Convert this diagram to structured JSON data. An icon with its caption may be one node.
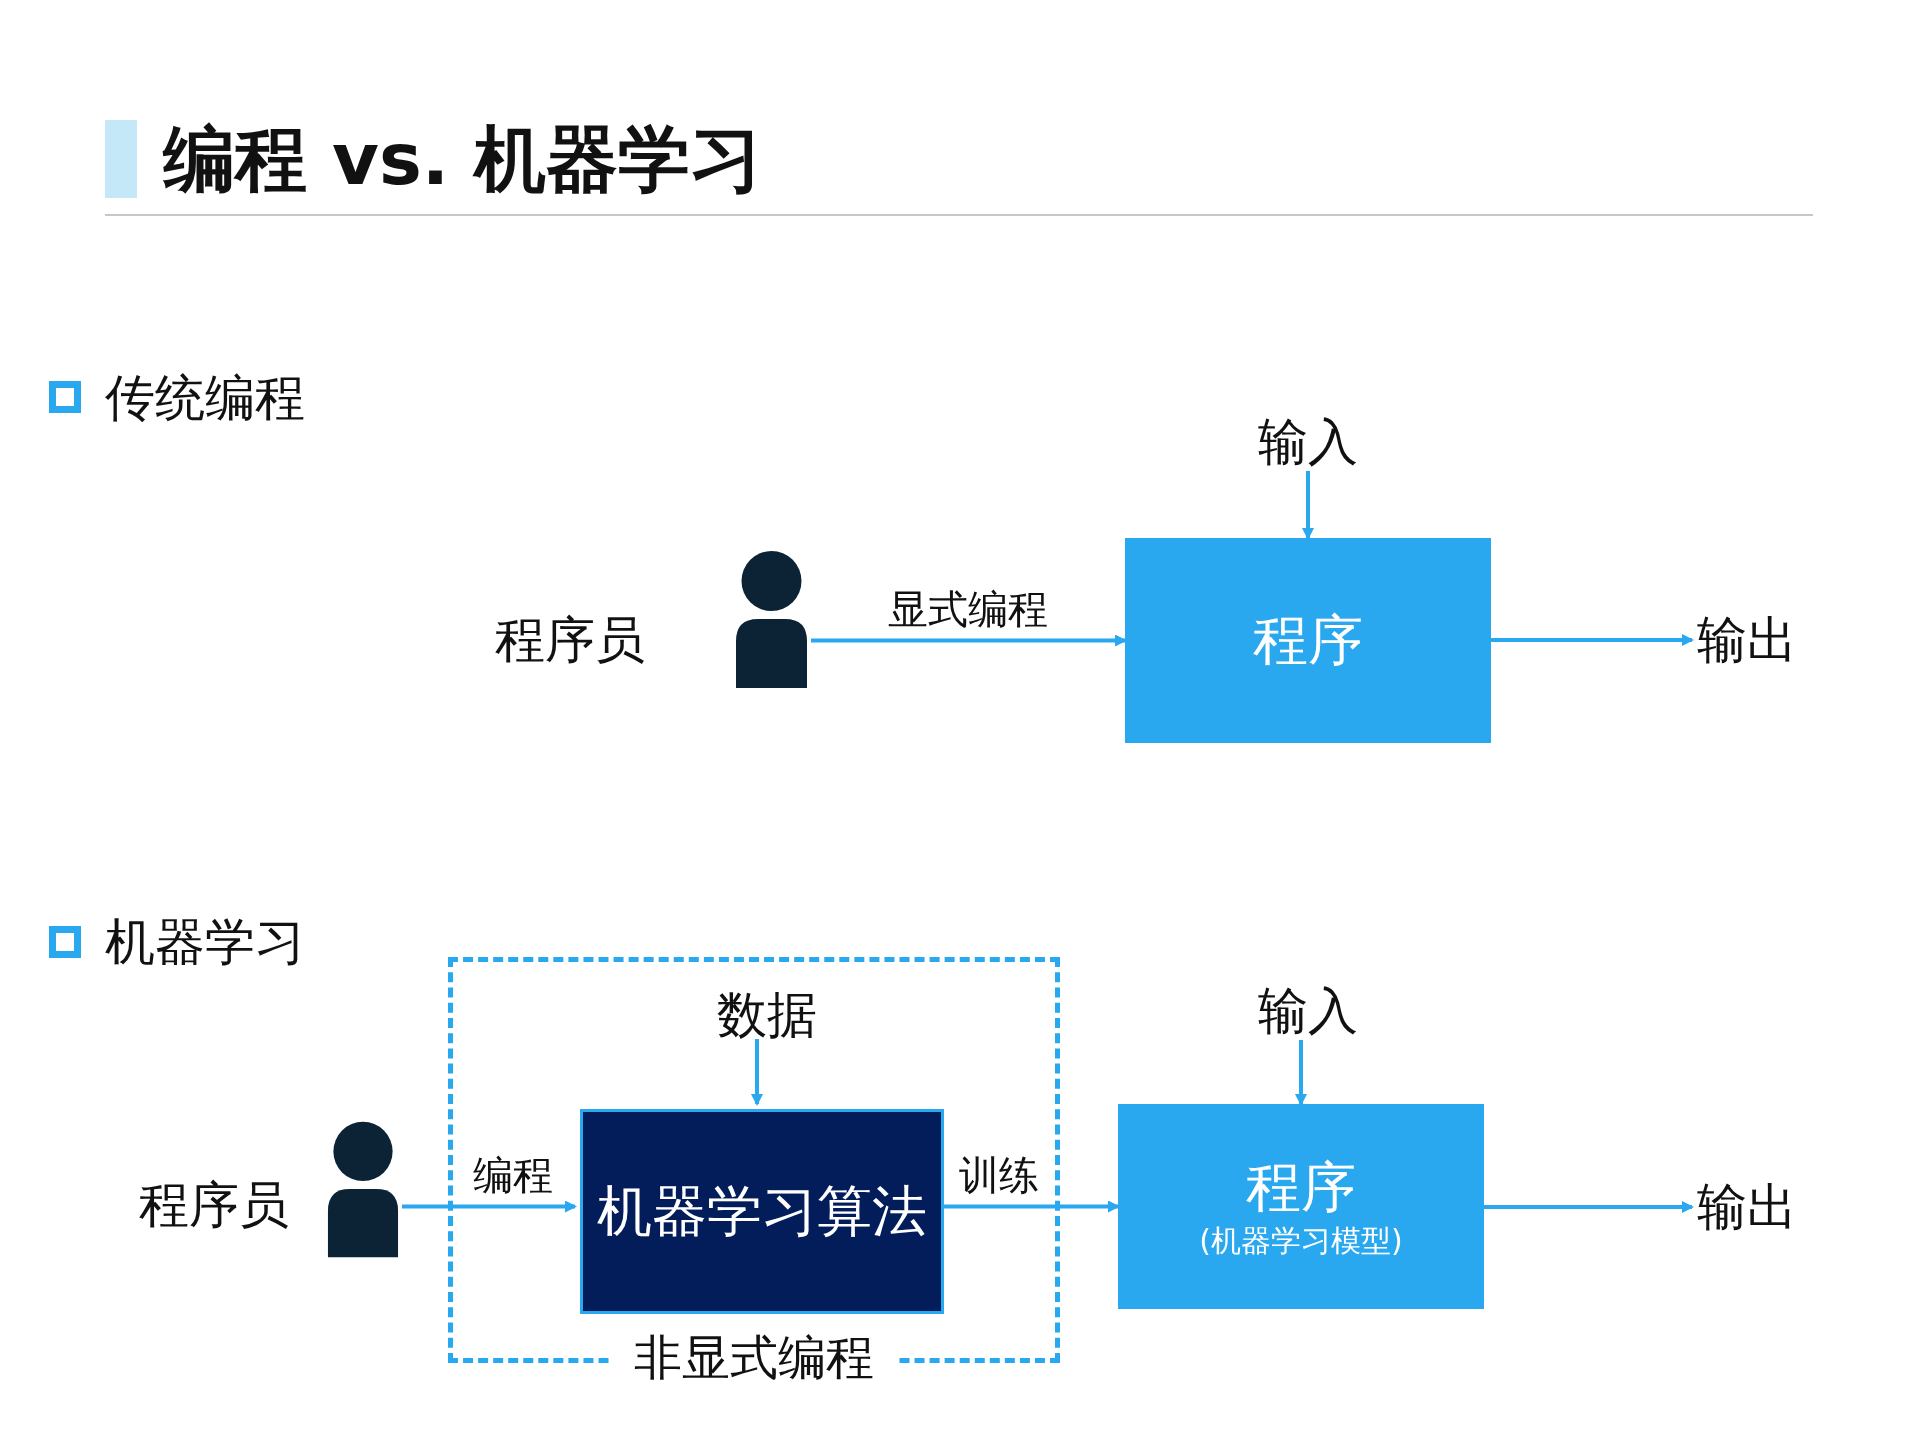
{
  "diagram": {
    "title": "编程 vs. 机器学习",
    "nodes": [
      {
        "text": [],
        "shape": "person",
        "beside": [
          "程序员"
        ]
      },
      {
        "text": [
          "输入"
        ]
      },
      {
        "text": [
          "程序"
        ]
      },
      {
        "text": [
          "输出"
        ]
      },
      {
        "text": [
          "非显式编程"
        ]
      },
      {
        "text": [
          "数据"
        ],
        "in": 4
      },
      {
        "text": [
          "机器学习算法"
        ],
        "in": 4
      },
      {
        "text": [],
        "shape": "person",
        "beside": [
          "程序员"
        ]
      },
      {
        "text": [
          "输入"
        ]
      },
      {
        "text": [
          "程序",
          "(机器学习模型)"
        ]
      },
      {
        "text": [
          "输出"
        ]
      }
    ],
    "edges": [
      {
        "from": 0,
        "to": 2,
        "arrow": "to",
        "label": "显式编程"
      },
      {
        "from": 1,
        "to": 2,
        "arrow": "to"
      },
      {
        "from": 2,
        "to": 3,
        "arrow": "to"
      },
      {
        "from": 5,
        "to": 6,
        "arrow": "to"
      },
      {
        "from": 7,
        "to": 6,
        "arrow": "to",
        "label": "编程"
      },
      {
        "from": 6,
        "to": 9,
        "arrow": "to",
        "label": "训练"
      },
      {
        "from": 8,
        "to": 9,
        "arrow": "to"
      },
      {
        "from": 9,
        "to": 10,
        "arrow": "to"
      }
    ],
    "labels": [
      "传统编程",
      "机器学习"
    ]
  }
}
